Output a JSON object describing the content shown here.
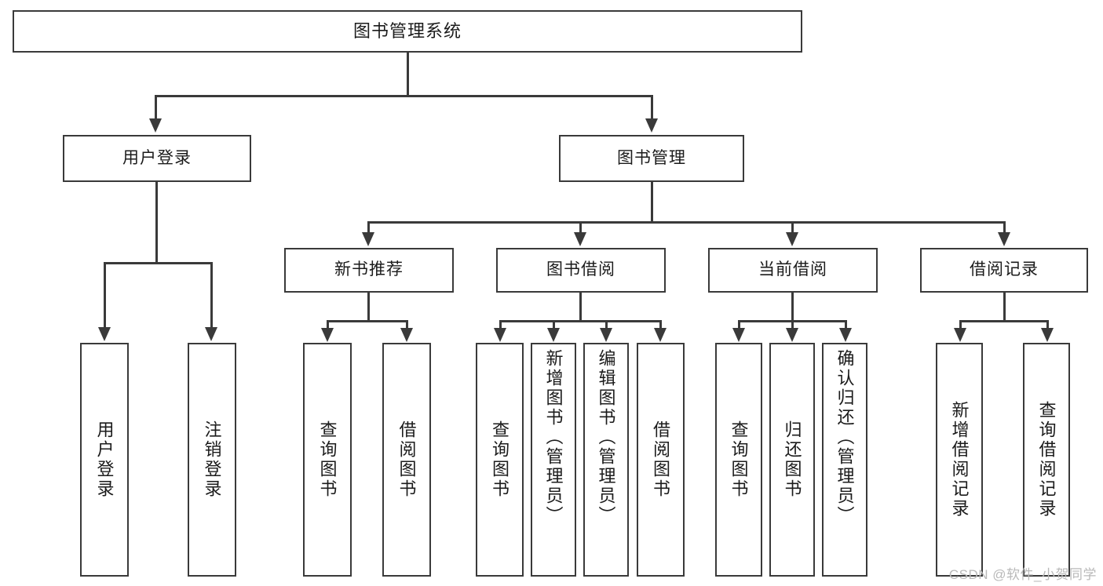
{
  "diagram": {
    "title": "图书管理系统",
    "type": "tree",
    "colors": {
      "stroke": "#3a3a3a",
      "text": "#1b1b1b",
      "background": "#ffffff",
      "watermark": "#b9b9b9"
    }
  },
  "root": {
    "label": "图书管理系统"
  },
  "level2": [
    {
      "label": "用户登录"
    },
    {
      "label": "图书管理"
    }
  ],
  "level3": [
    {
      "label": "新书推荐"
    },
    {
      "label": "图书借阅"
    },
    {
      "label": "当前借阅"
    },
    {
      "label": "借阅记录"
    }
  ],
  "leaves": {
    "user_login": [
      {
        "label": "用户登录"
      },
      {
        "label": "注销登录"
      }
    ],
    "new_book": [
      {
        "label": "查询图书"
      },
      {
        "label": "借阅图书"
      }
    ],
    "book_borrow": [
      {
        "label": "查询图书"
      },
      {
        "label": "新增图书（管理员）"
      },
      {
        "label": "编辑图书（管理员）"
      },
      {
        "label": "借阅图书"
      }
    ],
    "current_borrow": [
      {
        "label": "查询图书"
      },
      {
        "label": "归还图书"
      },
      {
        "label": "确认归还（管理员）"
      }
    ],
    "borrow_record": [
      {
        "label": "新增借阅记录"
      },
      {
        "label": "查询借阅记录"
      }
    ]
  },
  "watermark": {
    "text": "CSDN @软件_小贺同学"
  }
}
